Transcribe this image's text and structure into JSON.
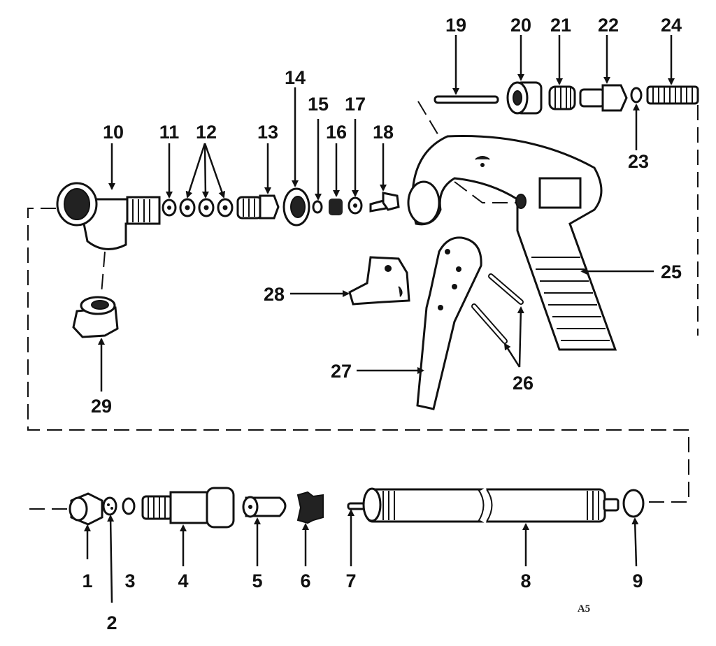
{
  "callouts": [
    "1",
    "2",
    "3",
    "4",
    "5",
    "6",
    "7",
    "8",
    "9",
    "10",
    "11",
    "12",
    "13",
    "14",
    "15",
    "16",
    "17",
    "18",
    "19",
    "20",
    "21",
    "22",
    "23",
    "24",
    "25",
    "26",
    "27",
    "28",
    "29"
  ],
  "figure_code": "A5"
}
